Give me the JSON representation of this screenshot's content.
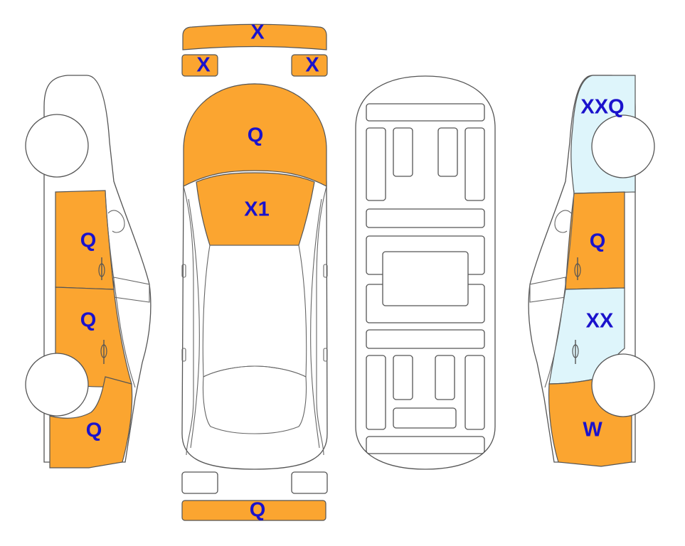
{
  "colors": {
    "marked": "#fba530",
    "light": "#def5fb",
    "label": "#1a12cc",
    "outline": "#555555"
  },
  "panels": {
    "front_bumper": {
      "label": "X",
      "status": "marked"
    },
    "front_left_lamp": {
      "label": "X",
      "status": "marked"
    },
    "front_right_lamp": {
      "label": "X",
      "status": "marked"
    },
    "hood": {
      "label": "Q",
      "status": "marked"
    },
    "windshield": {
      "label": "X1",
      "status": "marked"
    },
    "rear_bumper": {
      "label": "Q",
      "status": "marked"
    },
    "left_front_door": {
      "label": "Q",
      "status": "marked"
    },
    "left_rear_door": {
      "label": "Q",
      "status": "marked"
    },
    "left_rear_fender": {
      "label": "Q",
      "status": "marked"
    },
    "right_front_fender": {
      "label": "XXQ",
      "status": "light"
    },
    "right_front_door": {
      "label": "Q",
      "status": "marked"
    },
    "right_rear_door": {
      "label": "XX",
      "status": "light"
    },
    "right_rear_fender": {
      "label": "W",
      "status": "marked"
    }
  }
}
